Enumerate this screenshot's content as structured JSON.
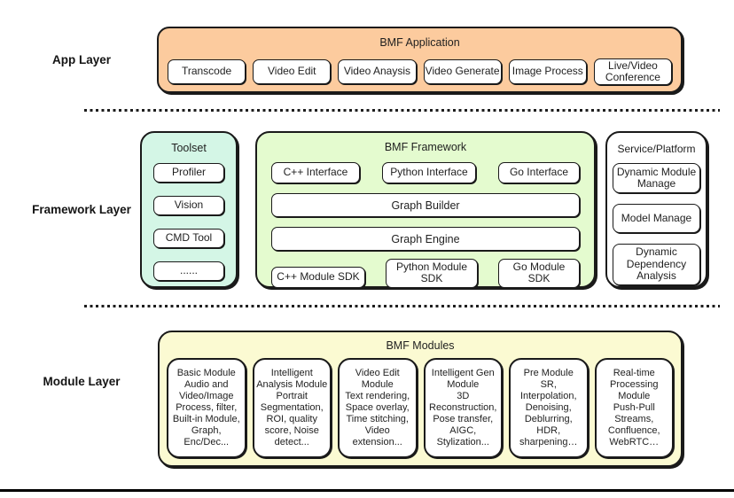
{
  "colors": {
    "app_fill": "#fccb9e",
    "toolset_fill": "#d4f6e6",
    "framework_fill": "#e4fbcf",
    "module_fill": "#fbfad2",
    "service_fill": "#ffffff",
    "border": "#1a1a1a",
    "text": "#1f1f1f"
  },
  "app_layer": {
    "label": "App Layer",
    "title": "BMF Application",
    "apps": [
      "Transcode",
      "Video Edit",
      "Video Anaysis",
      "Video Generate",
      "Image Process",
      "Live/Video Conference"
    ]
  },
  "framework_layer": {
    "label": "Framework Layer",
    "toolset": {
      "title": "Toolset",
      "tools": [
        "Profiler",
        "Vision",
        "CMD Tool",
        "......"
      ]
    },
    "framework": {
      "title": "BMF Framework",
      "interfaces": [
        "C++ Interface",
        "Python Interface",
        "Go Interface"
      ],
      "graph_builder": "Graph Builder",
      "graph_engine": "Graph Engine",
      "sdks": [
        "C++ Module SDK",
        "Python Module SDK",
        "Go Module SDK"
      ]
    },
    "service": {
      "title": "Service/Platform",
      "items": [
        "Dynamic Module Manage",
        "Model Manage",
        "Dynamic Dependency Analysis"
      ]
    }
  },
  "module_layer": {
    "label": "Module Layer",
    "title": "BMF Modules",
    "modules": [
      {
        "title": "Basic Module",
        "body": "Audio and Video/Image Process, filter, Built-in Module, Graph, Enc/Dec..."
      },
      {
        "title": "Intelligent Analysis Module",
        "body": "Portrait Segmentation, ROI, quality score, Noise detect..."
      },
      {
        "title": "Video Edit Module",
        "body": "Text rendering, Space overlay, Time stitching, Video extension..."
      },
      {
        "title": "Intelligent Gen Module",
        "body": "3D Reconstruction, Pose transfer, AIGC, Stylization..."
      },
      {
        "title": "Pre Module",
        "body": "SR, Interpolation, Denoising, Deblurring, HDR, sharpening…"
      },
      {
        "title": "Real-time Processing Module",
        "body": "Push-Pull Streams, Confluence, WebRTC…"
      }
    ]
  }
}
